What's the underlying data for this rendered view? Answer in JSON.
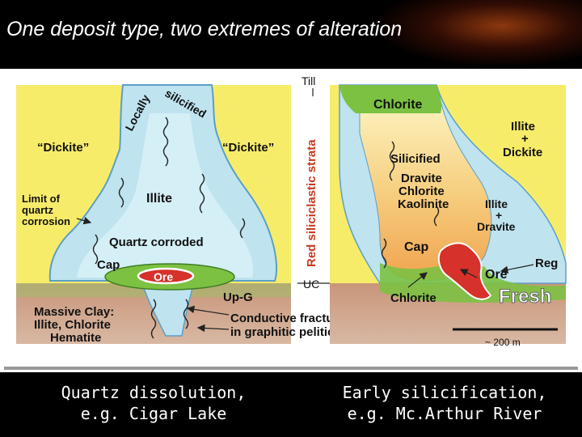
{
  "title": "One deposit type, two extremes of alteration",
  "diagram": {
    "left": {
      "locally_silicified_1": "Locally",
      "locally_silicified_2": "silicified",
      "dickite_left": "“Dickite”",
      "dickite_right": "“Dickite”",
      "illite": "Illite",
      "limit_1": "Limit of",
      "limit_2": "quartz",
      "limit_3": "corrosion",
      "quartz_corroded": "Quartz corroded",
      "cap": "Cap",
      "ore": "Ore",
      "up_g": "Up-G",
      "massive_1": "Massive Clay:",
      "massive_2": "Illite, Chlorite",
      "massive_3": "Hematite",
      "fracture_1": "Conductive fracture / fault",
      "fracture_2": "in graphitic pelitic gneiss"
    },
    "center": {
      "till": "Till",
      "strata": "Red siliciclastic strata",
      "uc": "UC"
    },
    "right": {
      "chlorite_top": "Chlorite",
      "illite_dickite_1": "Illite",
      "illite_dickite_2": "+",
      "illite_dickite_3": "Dickite",
      "silicified": "Silicified",
      "dravite": "Dravite",
      "chlorite_mid": "Chlorite",
      "kaolinite": "Kaolinite",
      "illite_dravite_1": "Illite",
      "illite_dravite_2": "+",
      "illite_dravite_3": "Dravite",
      "cap": "Cap",
      "ore": "Ore",
      "reg": "Reg",
      "chlorite_bottom": "Chlorite",
      "fresh": "Fresh",
      "scale": "~ 200 m"
    }
  },
  "captions": {
    "left_1": "Quartz dissolution,",
    "left_2": "e.g. Cigar Lake",
    "right_1": "Early silicification,",
    "right_2": "e.g. Mc.Arthur River"
  },
  "colors": {
    "yellow": "#f7ec6a",
    "light_blue": "#bfe3ef",
    "blue_border": "#5a9fc7",
    "green": "#7cc142",
    "brown_basement": "#c79a7b",
    "orange_core": "#f2b45e",
    "ore_red": "#d6312a"
  }
}
